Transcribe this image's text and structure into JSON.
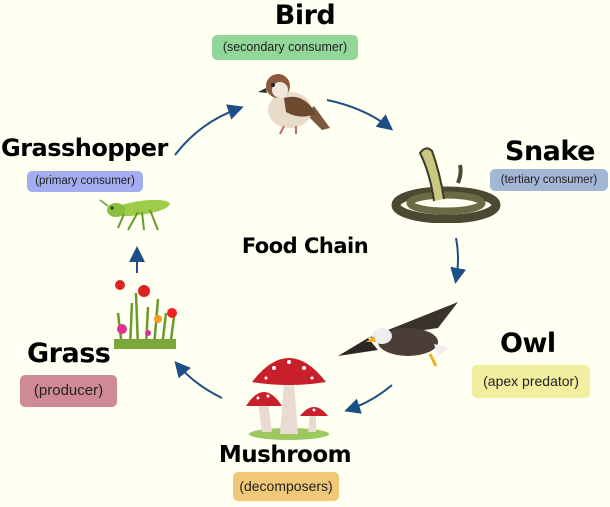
{
  "diagram": {
    "center_title": "Food Chain",
    "nodes": [
      {
        "name": "Bird",
        "role": "(secondary consumer)",
        "color": "#93d69a"
      },
      {
        "name": "Snake",
        "role": "(tertiary consumer)",
        "color": "#a3b6d3"
      },
      {
        "name": "Owl",
        "role": "(apex predator)",
        "color": "#f2ee9f"
      },
      {
        "name": "Mushroom",
        "role": "(decomposers)",
        "color": "#f0c878"
      },
      {
        "name": "Grass",
        "role": "(producer)",
        "color": "#d08a96"
      },
      {
        "name": "Grasshopper",
        "role": "(primary consumer)",
        "color": "#a3adf0"
      }
    ],
    "arrow_color": "#1d4f85"
  }
}
